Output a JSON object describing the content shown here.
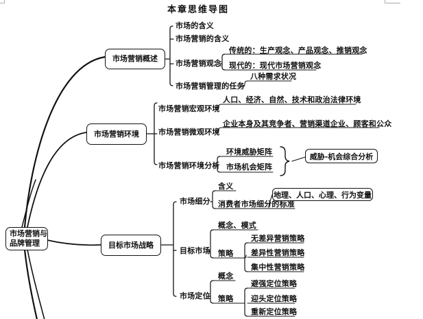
{
  "title": "本章思维导图",
  "center": {
    "line1": "市场营销与",
    "line2": "品牌管理"
  },
  "branches": [
    {
      "label": "市场营销概述",
      "children": [
        {
          "label": "市场的含义"
        },
        {
          "label": "市场营销的含义"
        },
        {
          "label": "市场营销观念",
          "children": [
            {
              "label": "传统的：生产观念、产品观念、推销观念"
            },
            {
              "label": "现代的：现代市场营销观念"
            }
          ]
        },
        {
          "label": "市场营销管理的任务",
          "children": [
            {
              "label": "八种需求状况"
            }
          ]
        }
      ]
    },
    {
      "label": "市场营销环境",
      "children": [
        {
          "label": "市场营销宏观环境",
          "children": [
            {
              "label": "人口、经济、自然、技术和政治法律环境"
            }
          ]
        },
        {
          "label": "市场营销微观环境",
          "children": [
            {
              "label": "企业本身及其竞争者、营销渠道企业、顾客和公众"
            }
          ]
        },
        {
          "label": "市场营销环境分析",
          "children": [
            {
              "label": "环境威胁矩阵"
            },
            {
              "label": "市场机会矩阵"
            }
          ],
          "summary": "威胁-机会综合分析"
        }
      ]
    },
    {
      "label": "目标市场战略",
      "children": [
        {
          "label": "市场细分",
          "children": [
            {
              "label": "含义"
            },
            {
              "label": "消费者市场细分的标准",
              "note": "地理、人口、心理、行为变量"
            }
          ]
        },
        {
          "label": "目标市场",
          "children": [
            {
              "label": "概念、模式"
            },
            {
              "label": "策略",
              "children": [
                {
                  "label": "无差异营销策略"
                },
                {
                  "label": "差异性营销策略"
                },
                {
                  "label": "集中性营销策略"
                }
              ]
            }
          ]
        },
        {
          "label": "市场定位",
          "children": [
            {
              "label": "概念"
            },
            {
              "label": "策略",
              "children": [
                {
                  "label": "避强定位策略"
                },
                {
                  "label": "迎头定位策略"
                },
                {
                  "label": "重新定位策略"
                }
              ]
            }
          ]
        }
      ]
    }
  ]
}
